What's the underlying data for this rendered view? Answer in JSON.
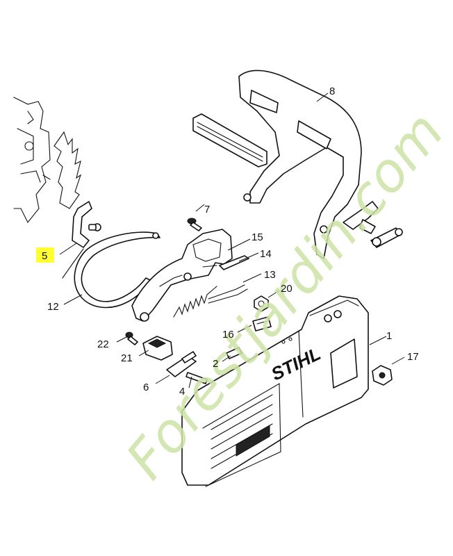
{
  "callouts": [
    {
      "id": "c5",
      "text": "5",
      "highlight": true
    },
    {
      "id": "c12",
      "text": "12"
    },
    {
      "id": "c7",
      "text": "7"
    },
    {
      "id": "c15",
      "text": "15"
    },
    {
      "id": "c14",
      "text": "14"
    },
    {
      "id": "c13",
      "text": "13"
    },
    {
      "id": "c20",
      "text": "20"
    },
    {
      "id": "c16",
      "text": "16"
    },
    {
      "id": "c22",
      "text": "22"
    },
    {
      "id": "c21",
      "text": "21"
    },
    {
      "id": "c2",
      "text": "2"
    },
    {
      "id": "c6",
      "text": "6"
    },
    {
      "id": "c4",
      "text": "4"
    },
    {
      "id": "c1",
      "text": "1"
    },
    {
      "id": "c17",
      "text": "17"
    },
    {
      "id": "c8",
      "text": "8"
    }
  ],
  "brand_mark": "STIHL",
  "watermark": {
    "text": "Forestjardin.com",
    "accent_color": "#f3c08b",
    "color": "#cde3a6"
  },
  "highlight_color": "#ffff33"
}
